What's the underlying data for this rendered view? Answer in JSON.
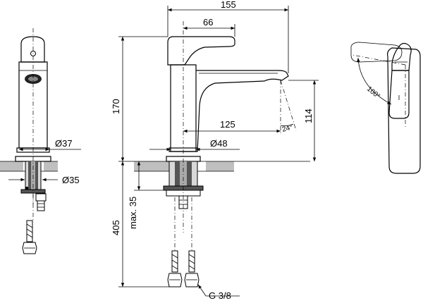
{
  "dimensions": {
    "overall_length": "155",
    "lever_length": "66",
    "total_height": "170",
    "spout_reach": "125",
    "spout_height": "114",
    "spout_angle": "24°",
    "base_diameter_front": "Ø37",
    "base_diameter_side": "Ø48",
    "hole_diameter": "Ø35",
    "max_deck_thickness": "max. 35",
    "hose_length": "405",
    "connection_thread": "G 3/8",
    "lever_rotation": "100°"
  }
}
